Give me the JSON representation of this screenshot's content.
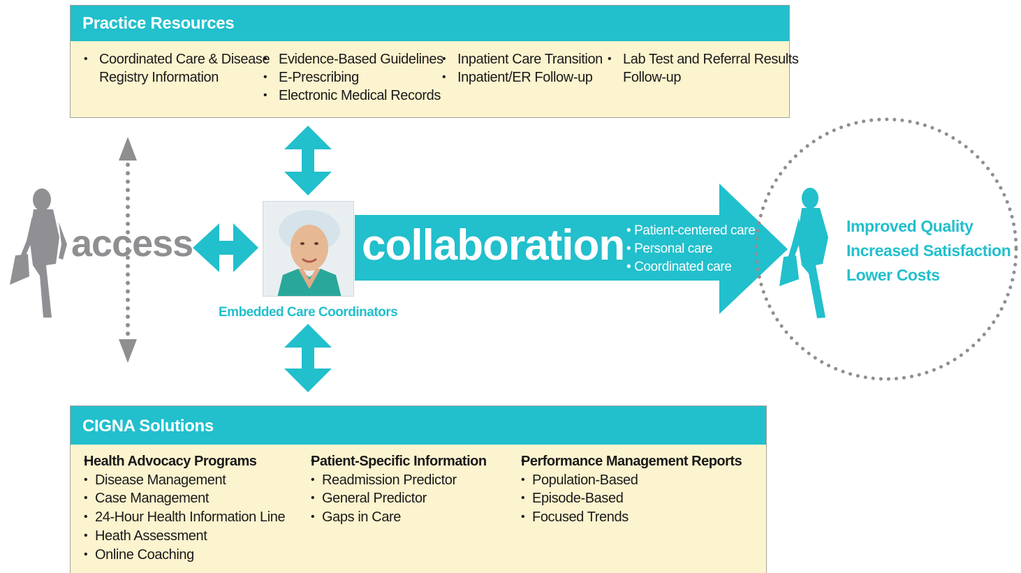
{
  "practice": {
    "title": "Practice Resources",
    "col1": [
      "Coordinated Care & Disease",
      "Registry Information"
    ],
    "col2": [
      "Evidence-Based Guidelines",
      "E-Prescribing",
      "Electronic Medical Records"
    ],
    "col3": [
      "Inpatient Care Transition",
      "Inpatient/ER Follow-up"
    ],
    "col4": [
      "Lab Test and Referral Results",
      "Follow-up"
    ]
  },
  "center": {
    "access": "access",
    "collaboration": "collaboration",
    "coordinator_label": "Embedded Care Coordinators",
    "arrow_items": [
      "Patient-centered care",
      "Personal care",
      "Coordinated care"
    ]
  },
  "outcomes": [
    "Improved Quality",
    "Increased Satisfaction",
    "Lower Costs"
  ],
  "cigna": {
    "title": "CIGNA Solutions",
    "groups": [
      {
        "heading": "Health Advocacy Programs",
        "items": [
          "Disease Management",
          "Case Management",
          "24-Hour Health Information Line",
          "Heath Assessment",
          "Online Coaching"
        ]
      },
      {
        "heading": "Patient-Specific Information",
        "items": [
          "Readmission Predictor",
          "General Predictor",
          "Gaps in Care"
        ]
      },
      {
        "heading": "Performance Management Reports",
        "items": [
          "Population-Based",
          "Episode-Based",
          "Focused Trends"
        ]
      }
    ]
  },
  "colors": {
    "teal": "#22bfcc",
    "cream": "#fcf3cf",
    "gray": "#8f8f92"
  },
  "icons": [
    "walking-woman-gray-icon",
    "walking-woman-teal-icon",
    "double-arrow-icon",
    "dotted-double-arrow-icon",
    "big-right-arrow-icon"
  ]
}
